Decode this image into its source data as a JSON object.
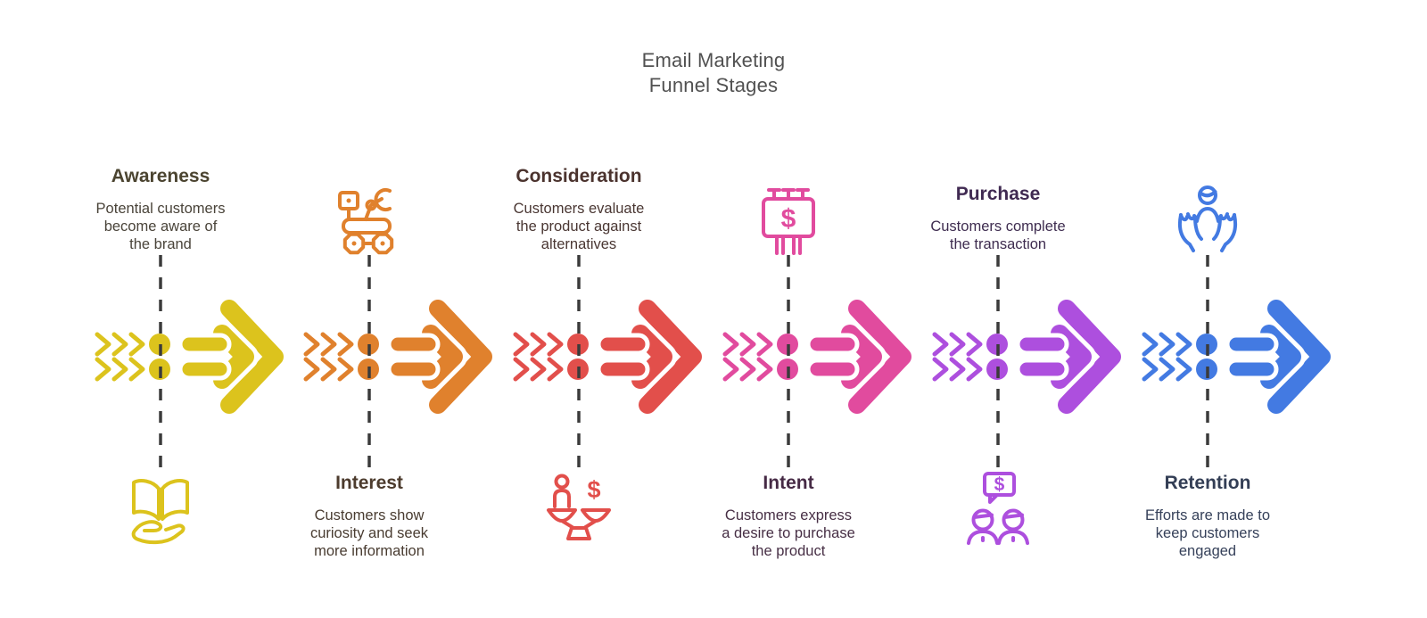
{
  "title": {
    "line1": "Email Marketing",
    "line2": "Funnel Stages",
    "color": "#515151"
  },
  "dash_color": "#3b3b3b",
  "stages": [
    {
      "name": "Awareness",
      "desc_lines": [
        "Potential customers",
        "become aware of",
        "the brand"
      ],
      "color": "#dcc31d",
      "heading_color": "#4b4430",
      "desc_color": "#4a443a",
      "icon": "book-in-hand-icon",
      "text_position": "top"
    },
    {
      "name": "Interest",
      "desc_lines": [
        "Customers show",
        "curiosity and seek",
        "more information"
      ],
      "color": "#e0812d",
      "heading_color": "#4c3b2d",
      "desc_color": "#493c31",
      "icon": "rover-robot-icon",
      "text_position": "bottom"
    },
    {
      "name": "Consideration",
      "desc_lines": [
        "Customers evaluate",
        "the product against",
        "alternatives"
      ],
      "color": "#e24f4b",
      "heading_color": "#4b332e",
      "desc_color": "#4a3733",
      "icon": "balance-scale-icon",
      "text_position": "top"
    },
    {
      "name": "Intent",
      "desc_lines": [
        "Customers express",
        "a desire to purchase",
        "the product"
      ],
      "color": "#e14b9e",
      "heading_color": "#462a45",
      "desc_color": "#472f45",
      "icon": "billboard-dollar-icon",
      "text_position": "bottom"
    },
    {
      "name": "Purchase",
      "desc_lines": [
        "Customers complete",
        "the transaction"
      ],
      "color": "#ad4fde",
      "heading_color": "#402a52",
      "desc_color": "#3f2d50",
      "icon": "customers-chat-icon",
      "text_position": "top"
    },
    {
      "name": "Retention",
      "desc_lines": [
        "Efforts are made to",
        "keep customers",
        "engaged"
      ],
      "color": "#437ae2",
      "heading_color": "#333e55",
      "desc_color": "#36415a",
      "icon": "customer-care-icon",
      "text_position": "bottom"
    }
  ]
}
